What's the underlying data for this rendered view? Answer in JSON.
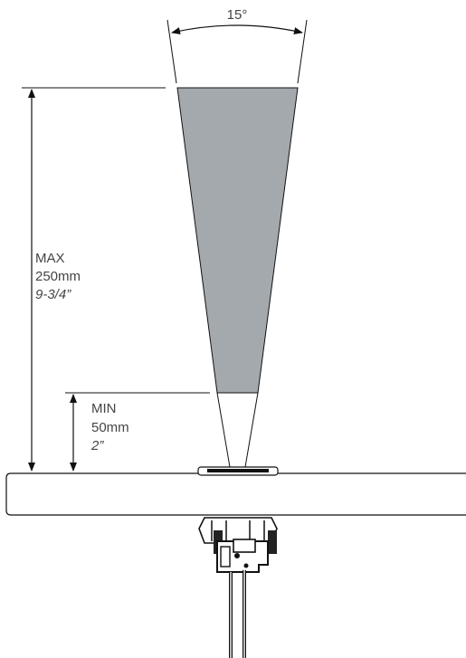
{
  "angle": {
    "value": "15°"
  },
  "max": {
    "label": "MAX",
    "metric": "250mm",
    "imperial": "9-3/4”"
  },
  "min": {
    "label": "MIN",
    "metric": "50mm",
    "imperial": "2”"
  },
  "colors": {
    "beam": "#a4a9ae",
    "stroke": "#111111",
    "text": "#444444"
  },
  "icons": {
    "arrow": "arrow-head",
    "sensor": "sensor-device"
  }
}
